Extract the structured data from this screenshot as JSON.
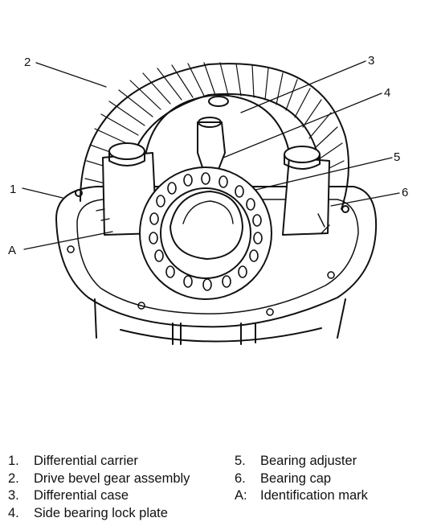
{
  "callouts": {
    "c1": "1",
    "c2": "2",
    "c3": "3",
    "c4": "4",
    "c5": "5",
    "c6": "6",
    "cA": "A"
  },
  "legend": {
    "left": [
      {
        "num": "1.",
        "text": "Differential carrier"
      },
      {
        "num": "2.",
        "text": "Drive bevel gear assembly"
      },
      {
        "num": "3.",
        "text": "Differential case"
      },
      {
        "num": "4.",
        "text": "Side bearing lock plate"
      }
    ],
    "right": [
      {
        "num": "5.",
        "text": "Bearing adjuster"
      },
      {
        "num": "6.",
        "text": "Bearing cap"
      },
      {
        "num": "A:",
        "text": "Identification mark"
      }
    ]
  }
}
